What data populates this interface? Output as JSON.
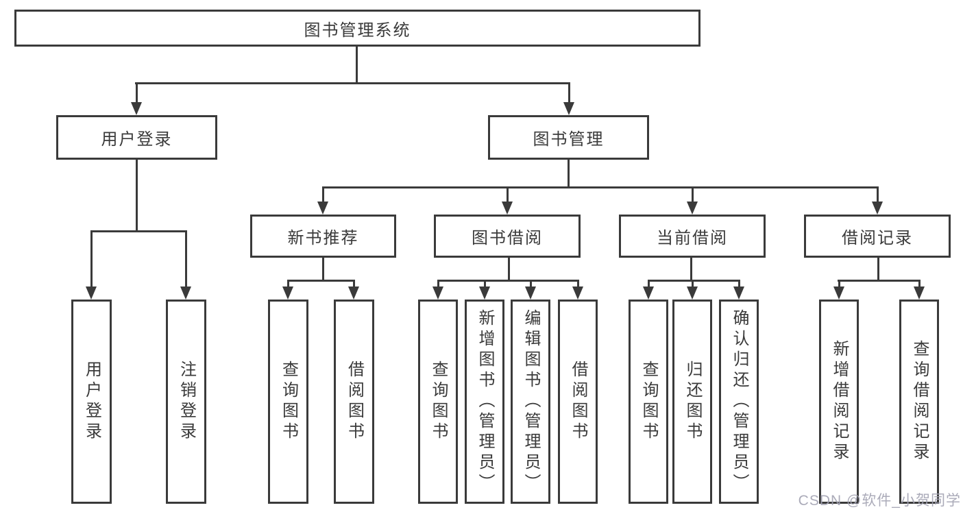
{
  "diagram": {
    "root": {
      "label": "图书管理系统"
    },
    "branches": [
      {
        "label": "用户登录",
        "children": [
          {
            "label": "用户登录"
          },
          {
            "label": "注销登录"
          }
        ]
      },
      {
        "label": "图书管理",
        "children": [
          {
            "label": "新书推荐",
            "children": [
              {
                "label": "查询图书"
              },
              {
                "label": "借阅图书"
              }
            ]
          },
          {
            "label": "图书借阅",
            "children": [
              {
                "label": "查询图书"
              },
              {
                "label": "新增图书（管理员）"
              },
              {
                "label": "编辑图书（管理员）"
              },
              {
                "label": "借阅图书"
              }
            ]
          },
          {
            "label": "当前借阅",
            "children": [
              {
                "label": "查询图书"
              },
              {
                "label": "归还图书"
              },
              {
                "label": "确认归还（管理员）"
              }
            ]
          },
          {
            "label": "借阅记录",
            "children": [
              {
                "label": "新增借阅记录"
              },
              {
                "label": "查询借阅记录"
              }
            ]
          }
        ]
      }
    ]
  },
  "watermark": {
    "text": "CSDN @软件_小贺同学"
  },
  "colors": {
    "line": "#3a3a3a",
    "background": "#ffffff",
    "watermark": "#a2a2b2"
  }
}
